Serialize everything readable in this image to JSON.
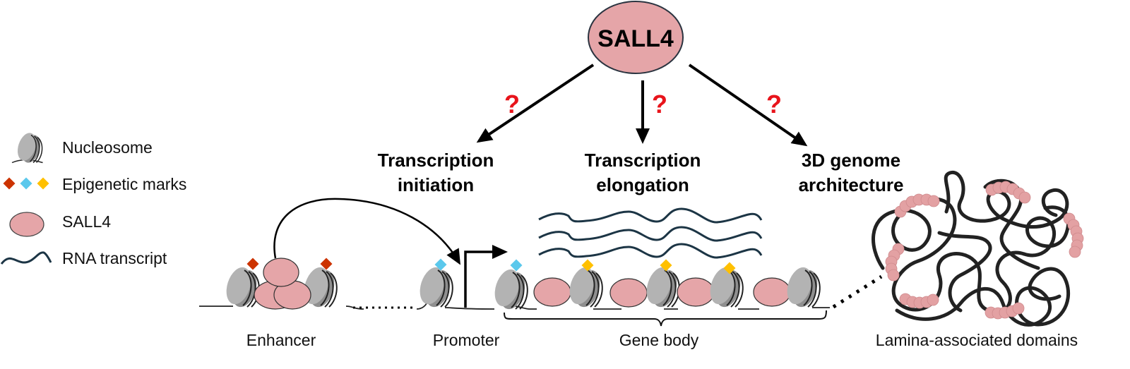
{
  "colors": {
    "sall4_fill": "#e5a5a8",
    "sall4_stroke": "#333333",
    "nucleosome_light": "#b3b3b3",
    "nucleosome_dark": "#8f8f8f",
    "mark_red": "#cc3300",
    "mark_blue": "#5bc8ec",
    "mark_yellow": "#ffc000",
    "rna": "#1c3545",
    "question": "#e8141b",
    "lad": "#e3a1a3",
    "chromatin": "#222222"
  },
  "center_node": {
    "label": "SALL4"
  },
  "branches": [
    {
      "title_line1": "Transcription",
      "title_line2": "initiation",
      "question": "?"
    },
    {
      "title_line1": "Transcription",
      "title_line2": "elongation",
      "question": "?"
    },
    {
      "title_line1": "3D genome",
      "title_line2": "architecture",
      "question": "?"
    }
  ],
  "legend": [
    {
      "icon": "nucleosome-icon",
      "label": "Nucleosome"
    },
    {
      "icon": "epigenetic-marks-icon",
      "label": "Epigenetic marks"
    },
    {
      "icon": "sall4-icon",
      "label": "SALL4"
    },
    {
      "icon": "rna-transcript-icon",
      "label": "RNA transcript"
    }
  ],
  "regions": {
    "enhancer": "Enhancer",
    "promoter": "Promoter",
    "gene_body": "Gene body",
    "lads": "Lamina-associated domains"
  }
}
